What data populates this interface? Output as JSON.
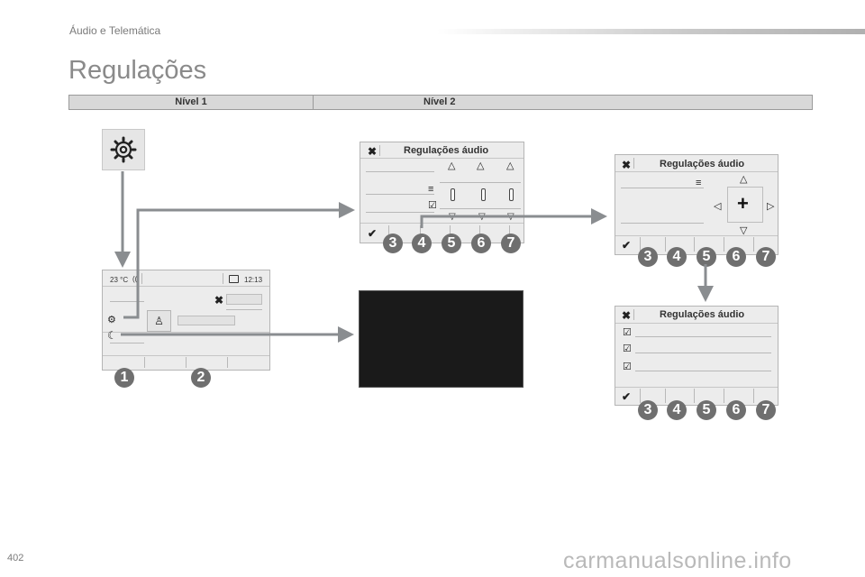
{
  "header": {
    "section_label": "Áudio e Telemática",
    "page_title": "Regulações"
  },
  "levels_table": {
    "level1": "Nível 1",
    "level2": "Nível 2"
  },
  "main_screen": {
    "temperature": "23 °C",
    "time": "12:13",
    "badges": [
      "1",
      "2"
    ]
  },
  "audio_screen_eq": {
    "title": "Regulações áudio",
    "badges": [
      "3",
      "4",
      "5",
      "6",
      "7"
    ]
  },
  "audio_screen_balance": {
    "title": "Regulações áudio",
    "badges": [
      "3",
      "4",
      "5",
      "6",
      "7"
    ]
  },
  "audio_screen_options": {
    "title": "Regulações áudio",
    "badges": [
      "3",
      "4",
      "5",
      "6",
      "7"
    ]
  },
  "icons": {
    "gear": "gear-icon",
    "close": "close-icon",
    "check": "check-icon",
    "checkbox": "checkbox-icon",
    "menu": "menu-icon",
    "triangle_up": "triangle-up-icon",
    "triangle_down": "triangle-down-icon",
    "moon": "moon-icon",
    "person": "person-icon"
  },
  "colors": {
    "badge": "#6f6f6f",
    "arrow": "#8a8d90",
    "screen_bg": "#ececec"
  },
  "footer": {
    "page_number": "402",
    "watermark": "carmanualsonline.info"
  }
}
